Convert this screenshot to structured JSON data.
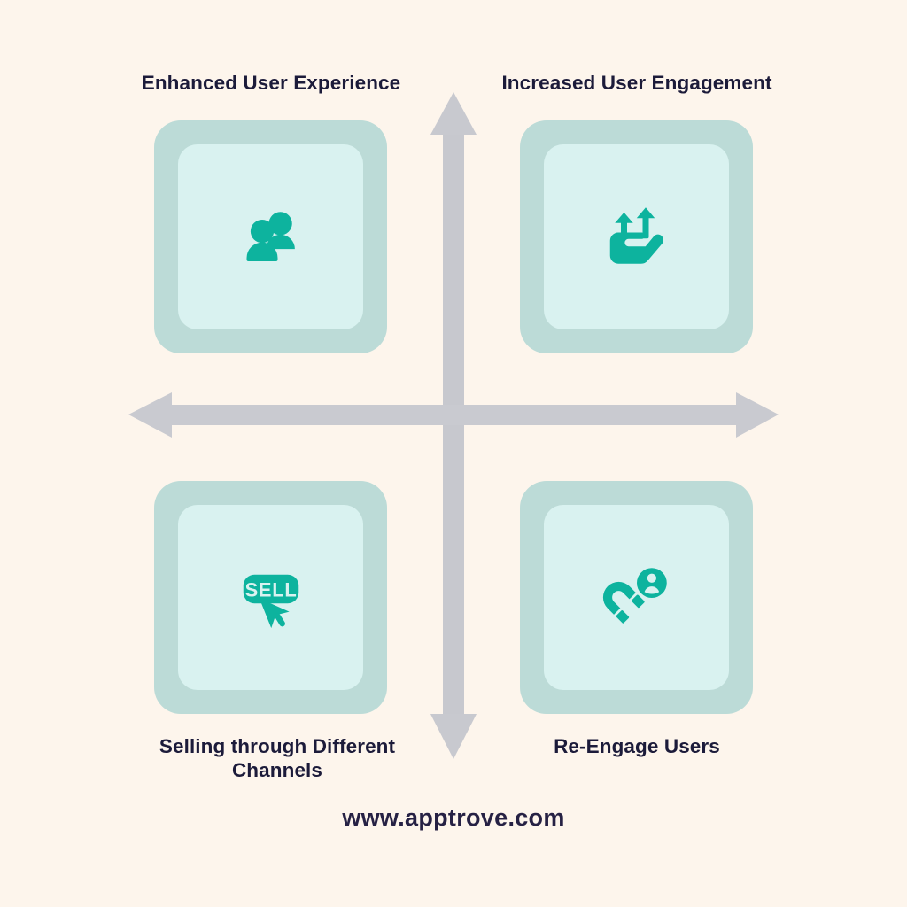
{
  "theme": {
    "background": "#FDF5EC",
    "axis_color": "#C9CAD0",
    "card_outer": "#BCDBD7",
    "card_inner": "#D9F2F0",
    "icon_color": "#0DB39E",
    "text_color": "#1C1B3A"
  },
  "diagram": {
    "type": "quadrant",
    "quadrants": [
      {
        "position": "top-left",
        "label": "Enhanced User Experience",
        "icon": "users-icon"
      },
      {
        "position": "top-right",
        "label": "Increased User Engagement",
        "icon": "hand-rising-arrows-icon"
      },
      {
        "position": "bottom-left",
        "label": "Selling through Different\nChannels",
        "icon": "sell-cursor-icon",
        "icon_text": "SELL"
      },
      {
        "position": "bottom-right",
        "label": "Re-Engage Users",
        "icon": "magnet-user-icon"
      }
    ],
    "axes": {
      "vertical_arrow_up": true,
      "vertical_arrow_down": true,
      "horizontal_arrow_left": true,
      "horizontal_arrow_right": true
    }
  },
  "footer": {
    "url": "www.apptrove.com"
  }
}
